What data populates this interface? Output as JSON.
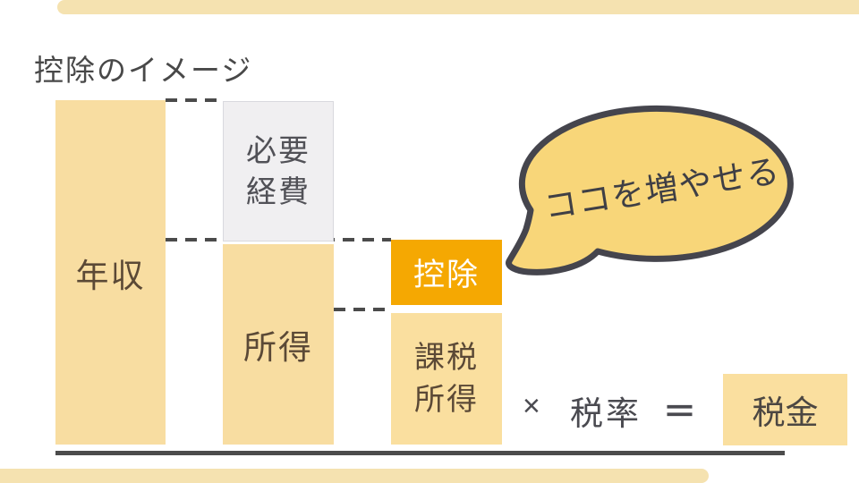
{
  "title": "控除のイメージ",
  "diagram": {
    "annual_income": {
      "label": "年収"
    },
    "expenses": {
      "line1": "必要",
      "line2": "経費"
    },
    "income": {
      "label": "所得"
    },
    "deduction": {
      "label": "控除"
    },
    "taxable_income": {
      "line1": "課税",
      "line2": "所得"
    }
  },
  "bubble": {
    "text": "ココを増やせる"
  },
  "formula": {
    "times": "×",
    "tax_rate": "税率",
    "equals": "＝",
    "tax": "税金"
  },
  "colors": {
    "bar_yellow": "#f8dda1",
    "deduction_orange": "#f5a802",
    "expenses_gray": "#f0eff1",
    "bubble_yellow": "#f8d679",
    "bubble_outline": "#45454d",
    "text_dark": "#4a4a4a",
    "text_brown": "#5b4936",
    "baseline": "#4c4c4c",
    "frame_cream": "#f5e2b0"
  }
}
